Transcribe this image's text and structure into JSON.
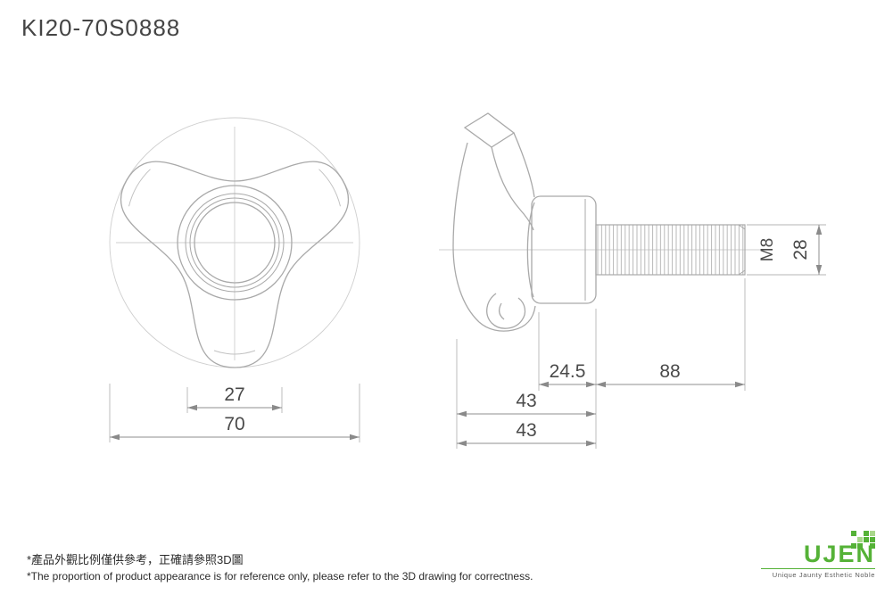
{
  "title": "KI20-70S0888",
  "front_view": {
    "dim_bore": "27",
    "dim_outer": "70"
  },
  "side_view": {
    "thread_label": "M8",
    "dim_diameter": "28",
    "dim_neck": "24.5",
    "dim_thread_length": "88",
    "dim_knob_depth": "43",
    "dim_knob_depth_2": "43"
  },
  "footer": {
    "note_zh": "*產品外觀比例僅供參考，正確請參照3D圖",
    "note_en": "*The proportion of product appearance is for reference only, please refer to the 3D drawing for correctness."
  },
  "brand": {
    "name": "UJEN",
    "tagline": "Unique Jaunty Esthetic Noble",
    "color": "#55b237"
  }
}
